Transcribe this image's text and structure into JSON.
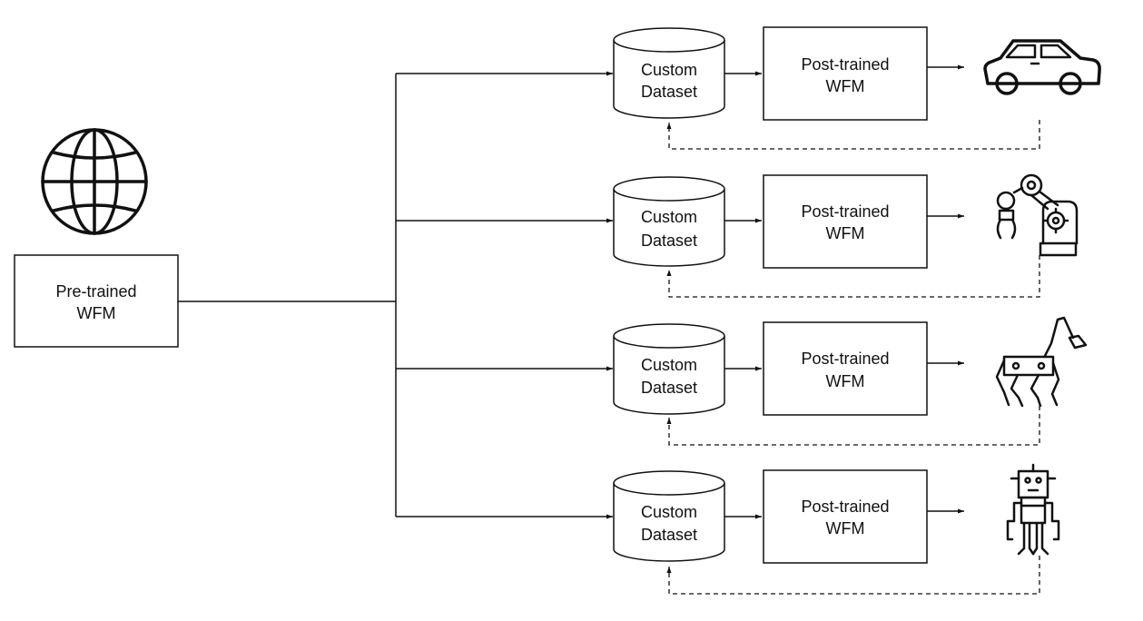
{
  "pretrained": {
    "line1": "Pre-trained",
    "line2": "WFM",
    "icon": "globe-icon"
  },
  "branches": [
    {
      "dataset_line1": "Custom",
      "dataset_line2": "Dataset",
      "model_line1": "Post-trained",
      "model_line2": "WFM",
      "icon": "car-icon"
    },
    {
      "dataset_line1": "Custom",
      "dataset_line2": "Dataset",
      "model_line1": "Post-trained",
      "model_line2": "WFM",
      "icon": "robotic-arm-icon"
    },
    {
      "dataset_line1": "Custom",
      "dataset_line2": "Dataset",
      "model_line1": "Post-trained",
      "model_line2": "WFM",
      "icon": "quadruped-robot-icon"
    },
    {
      "dataset_line1": "Custom",
      "dataset_line2": "Dataset",
      "model_line1": "Post-trained",
      "model_line2": "WFM",
      "icon": "humanoid-robot-icon"
    }
  ]
}
